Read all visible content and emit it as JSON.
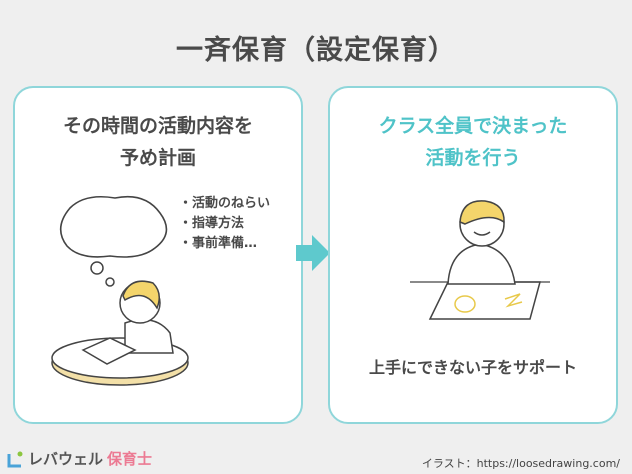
{
  "title": "一斉保育（設定保育）",
  "left_card": {
    "title_line1": "その時間の活動内容を",
    "title_line2": "予め計画",
    "bullets": [
      "・活動のねらい",
      "・指導方法",
      "・事前準備…"
    ]
  },
  "right_card": {
    "title_line1": "クラス全員で決まった",
    "title_line2": "活動を行う",
    "caption": "上手にできない子をサポート"
  },
  "footer": {
    "logo_text": "レバウェル",
    "logo_accent": "保育士",
    "credit": "イラスト：https://loosedrawing.com/"
  },
  "colors": {
    "accent": "#4fc3c8",
    "border": "#8fd6da",
    "background": "#efefef",
    "logo_pink": "#ec7a93"
  }
}
